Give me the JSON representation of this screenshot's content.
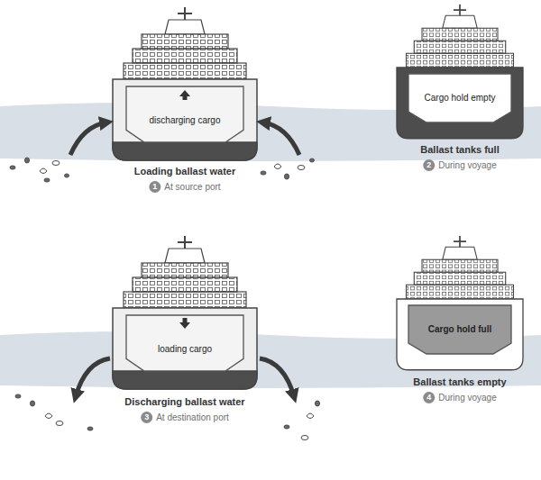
{
  "diagram": {
    "nodes": [
      {
        "text": [
          "discharging cargo"
        ]
      },
      {
        "text": [
          "Cargo hold empty"
        ]
      },
      {
        "text": [
          "loading cargo"
        ]
      },
      {
        "text": [
          "Cargo hold full"
        ]
      }
    ],
    "labels": [
      "Loading ballast water",
      "1",
      "At source port",
      "Ballast tanks full",
      "2",
      "During voyage",
      "Discharging ballast water",
      "3",
      "At destination port",
      "Ballast tanks empty",
      "4",
      "During voyage"
    ]
  }
}
